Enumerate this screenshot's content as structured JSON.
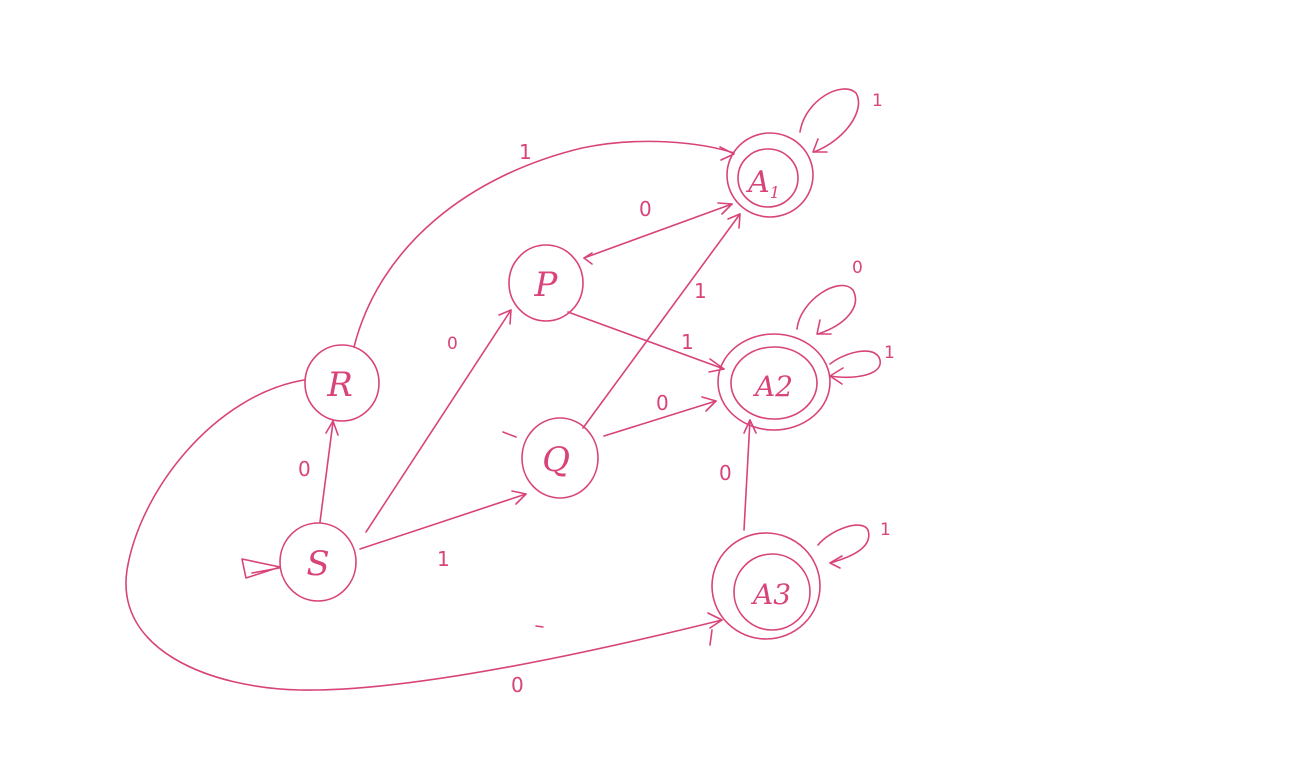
{
  "colors": {
    "ink": "#d8437a",
    "background": "#ffffff"
  },
  "diagram": {
    "kind": "finite automaton (hand-drawn)",
    "start_state": "S",
    "accepting_states": [
      "A1",
      "A2",
      "A3"
    ],
    "states": {
      "S": {
        "label": "S",
        "accepting": false
      },
      "R": {
        "label": "R",
        "accepting": false
      },
      "P": {
        "label": "P",
        "accepting": false
      },
      "Q": {
        "label": "Q",
        "accepting": false
      },
      "A1": {
        "label": "A",
        "subscript": "1",
        "accepting": true
      },
      "A2": {
        "label": "A2",
        "accepting": true
      },
      "A3": {
        "label": "A3",
        "accepting": true
      }
    },
    "edges": {
      "s_r": {
        "from": "S",
        "to": "R",
        "label": "0"
      },
      "s_q": {
        "from": "S",
        "to": "Q",
        "label": "1"
      },
      "s_p": {
        "from": "S",
        "to": "P",
        "label": "0"
      },
      "r_a1": {
        "from": "R",
        "to": "A1",
        "label": "1"
      },
      "r_a3": {
        "from": "R",
        "to": "A3",
        "label": "0"
      },
      "p_a1": {
        "from": "P",
        "to": "A1",
        "label": "0"
      },
      "p_a2": {
        "from": "P",
        "to": "A2",
        "label": "1"
      },
      "q_a1": {
        "from": "Q",
        "to": "A1",
        "label": "1"
      },
      "q_a2": {
        "from": "Q",
        "to": "A2",
        "label": "0"
      },
      "a3_a2": {
        "from": "A3",
        "to": "A2",
        "label": "0"
      },
      "a1_loop": {
        "from": "A1",
        "to": "A1",
        "label": "1"
      },
      "a2_loop0": {
        "from": "A2",
        "to": "A2",
        "label": "0"
      },
      "a2_loop1": {
        "from": "A2",
        "to": "A2",
        "label": "1"
      },
      "a3_loop": {
        "from": "A3",
        "to": "A3",
        "label": "1"
      }
    }
  }
}
